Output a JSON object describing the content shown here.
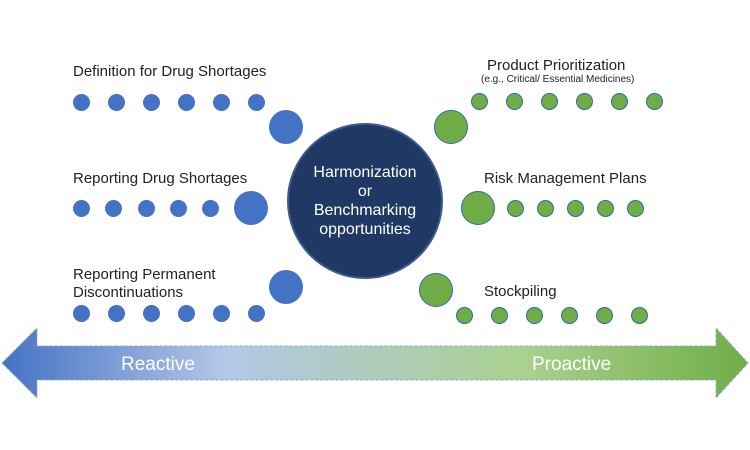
{
  "left_items": [
    {
      "label": "Definition for Drug Shortages"
    },
    {
      "label": "Reporting Drug Shortages"
    },
    {
      "label": "Reporting Permanent\nDiscontinuations"
    }
  ],
  "right_items": [
    {
      "label": "Product Prioritization",
      "sublabel": "(e.g., Critical/ Essential Medicines)"
    },
    {
      "label": "Risk Management Plans"
    },
    {
      "label": "Stockpiling"
    }
  ],
  "center": {
    "text": "Harmonization\nor\nBenchmarking\nopportunities"
  },
  "spectrum": {
    "left_label": "Reactive",
    "right_label": "Proactive"
  },
  "colors": {
    "left_dots": "#4472c4",
    "right_dots": "#70ad47",
    "center": "#1f3864",
    "arrow_left": "#4472c4",
    "arrow_mid": "#b4c7e7",
    "arrow_right": "#70ad47"
  }
}
